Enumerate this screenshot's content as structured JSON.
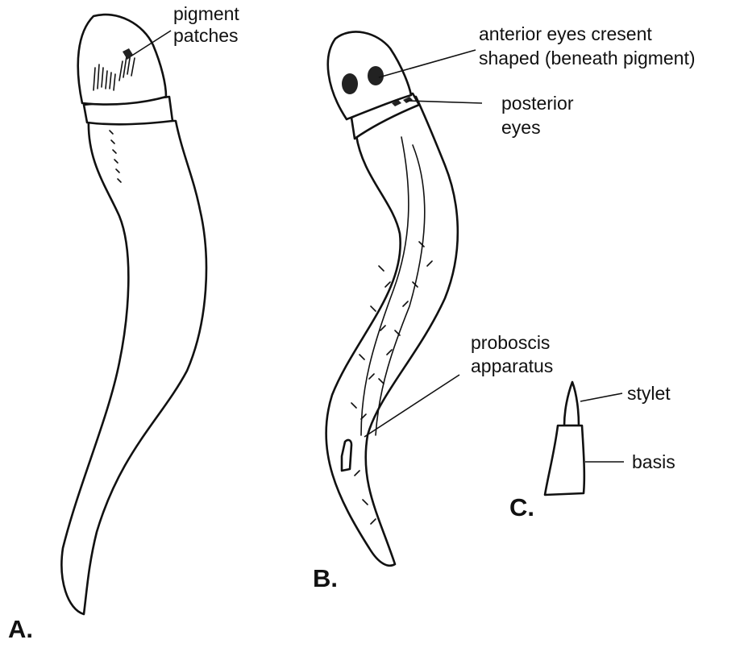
{
  "colors": {
    "ink": "#111111",
    "background": "#ffffff"
  },
  "panels": {
    "a": {
      "label": "A.",
      "annotations": {
        "pigment": [
          "pigment",
          "patches"
        ]
      }
    },
    "b": {
      "label": "B.",
      "annotations": {
        "anterior_eyes": [
          "anterior eyes cresent",
          "shaped (beneath pigment)"
        ],
        "posterior_eyes": [
          "posterior",
          "eyes"
        ],
        "proboscis": [
          "proboscis",
          "apparatus"
        ]
      }
    },
    "c": {
      "label": "C.",
      "annotations": {
        "stylet": "stylet",
        "basis": "basis"
      }
    }
  }
}
